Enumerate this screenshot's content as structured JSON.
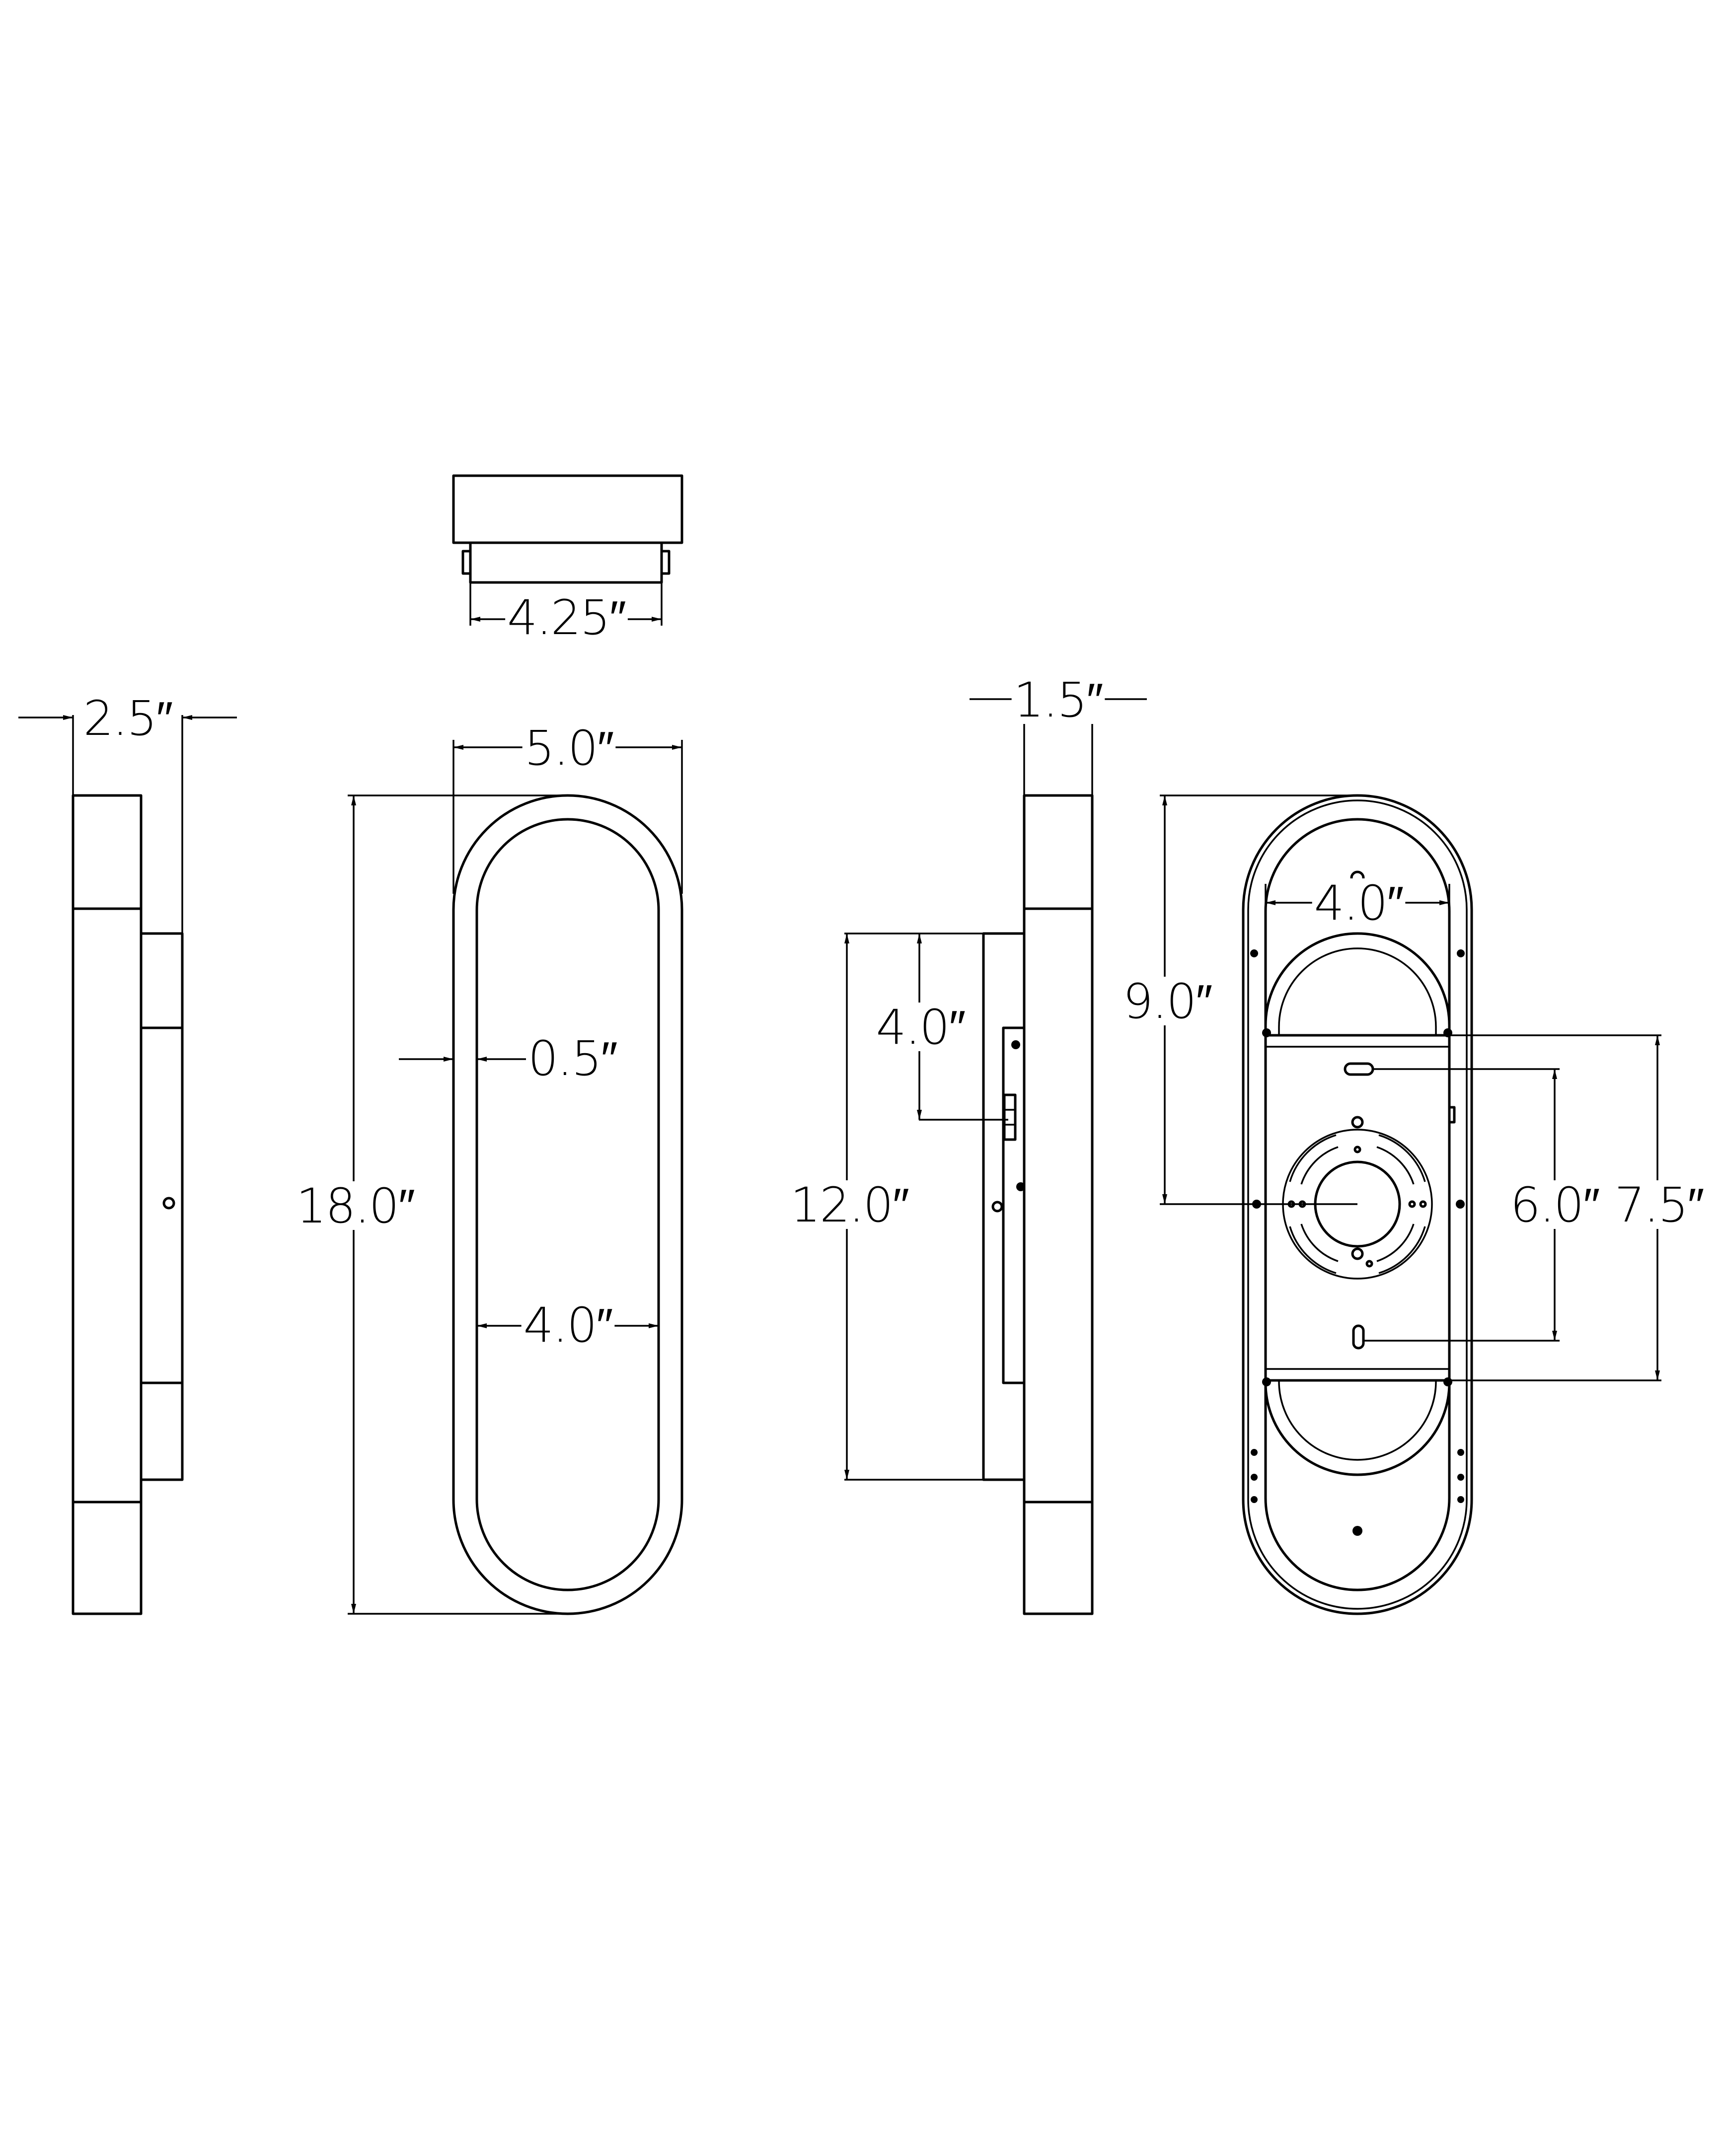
{
  "dimensions": {
    "top_width": "4.25″",
    "side_depth": "2.5″",
    "front_width": "5.0″",
    "front_height": "18.0″",
    "ring_thickness": "0.5″",
    "ring_inner_width": "4.0″",
    "back_side_depth": "1.5″",
    "backplate_height": "12.0″",
    "backplate_offset": "4.0″",
    "rear_width": "4.0″",
    "rear_center_height": "9.0″",
    "rear_slot_spacing": "6.0″",
    "rear_bracket_height": "7.5″"
  },
  "colors": {
    "line": "#000000",
    "background": "#ffffff"
  }
}
